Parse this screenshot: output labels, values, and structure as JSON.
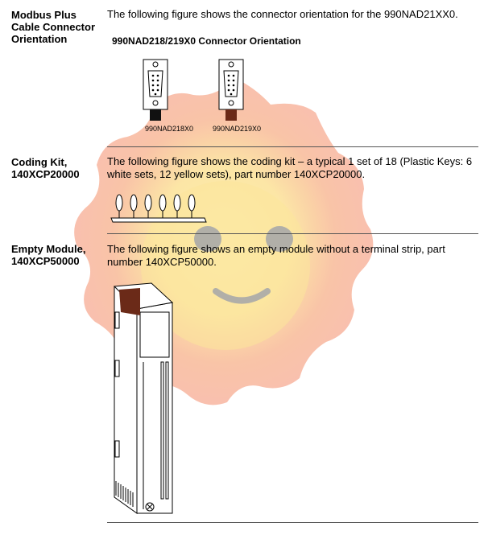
{
  "sections": [
    {
      "heading": [
        "Modbus Plus",
        "Cable Connector",
        "Orientation"
      ],
      "text": "The following figure shows the connector orientation for the 990NAD21XX0.",
      "figure_title": "990NAD218/219X0 Connector Orientation",
      "connectors": [
        "990NAD218X0",
        "990NAD219X0"
      ]
    },
    {
      "heading": [
        "Coding Kit,",
        "140XCP20000"
      ],
      "text": "The following figure shows the coding kit – a typical 1 set of 18 (Plastic Keys: 6 white sets, 12 yellow sets), part number 140XCP20000."
    },
    {
      "heading": [
        "Empty Module,",
        "140XCP50000"
      ],
      "text": "The following figure shows an empty module without a terminal strip, part number 140XCP50000."
    }
  ],
  "colors": {
    "watermark_outer": "#f6a58c",
    "watermark_inner": "#fbe08f",
    "module_tab": "#6b2a18"
  }
}
